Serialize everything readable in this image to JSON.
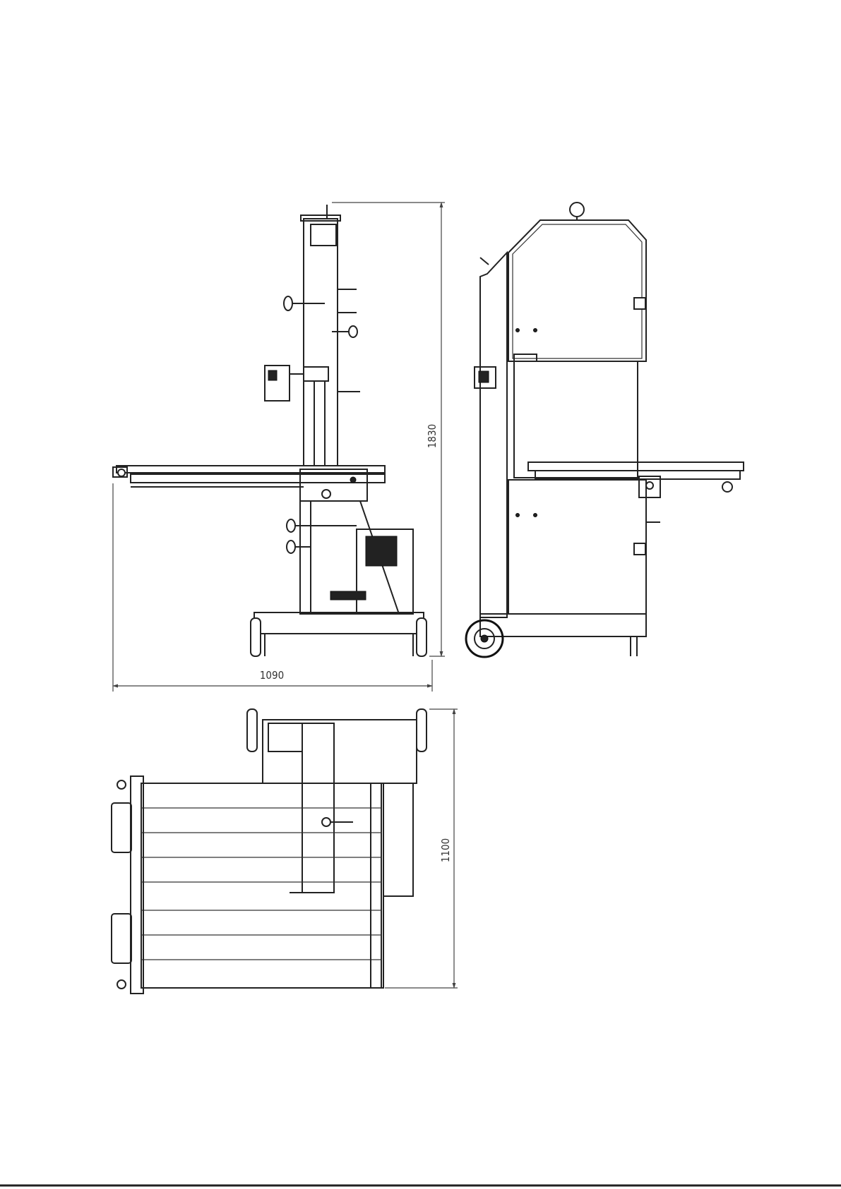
{
  "dimensions": {
    "height_label": "1830",
    "width_label": "1090",
    "depth_label": "1100"
  }
}
